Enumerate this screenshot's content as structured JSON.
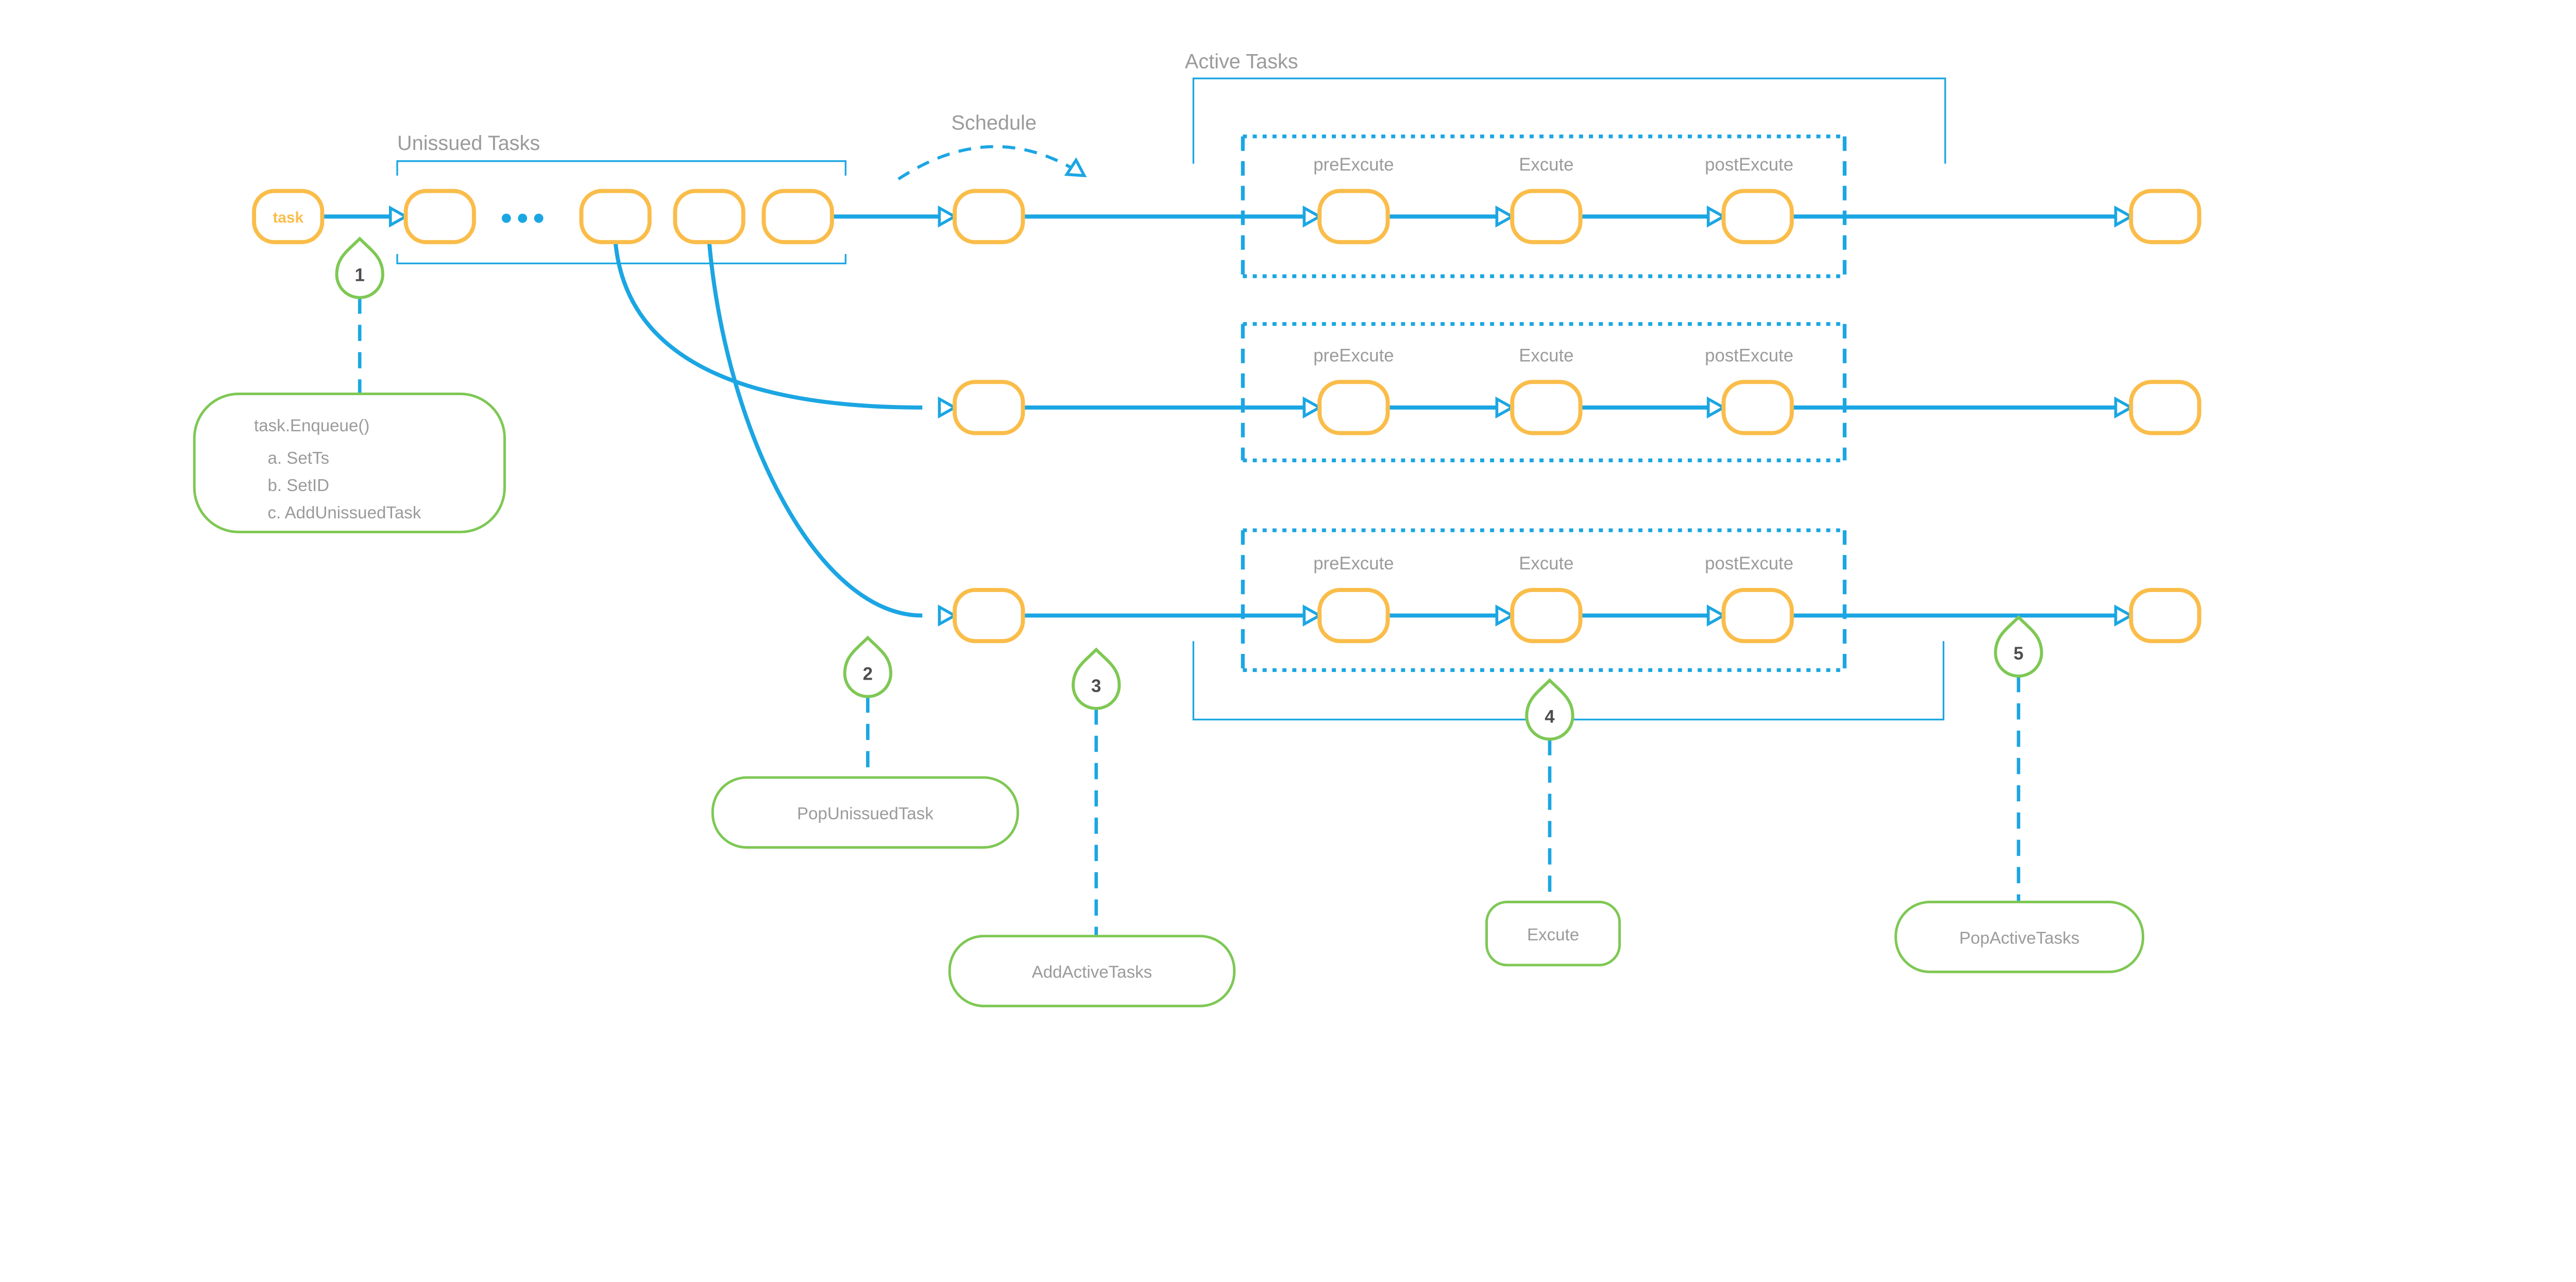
{
  "colors": {
    "blue": "#1BA6E3",
    "orange": "#FABD4A",
    "green": "#7EC854",
    "gray": "#9B9B9B",
    "dark": "#4D4D4F"
  },
  "labels": {
    "unissued_tasks": "Unissued Tasks",
    "schedule": "Schedule",
    "active_tasks": "Active Tasks",
    "task": "task"
  },
  "stages": {
    "pre": "preExcute",
    "exec": "Excute",
    "post": "postExcute"
  },
  "markers": {
    "m1": "1",
    "m2": "2",
    "m3": "3",
    "m4": "4",
    "m5": "5"
  },
  "callouts": {
    "enqueue": {
      "title": "task.Enqueue()",
      "item_a": "a. SetTs",
      "item_b": "b. SetID",
      "item_c": "c. AddUnissuedTask"
    },
    "pop_unissued": "PopUnissuedTask",
    "add_active": "AddActiveTasks",
    "excute": "Excute",
    "pop_active": "PopActiveTasks"
  }
}
